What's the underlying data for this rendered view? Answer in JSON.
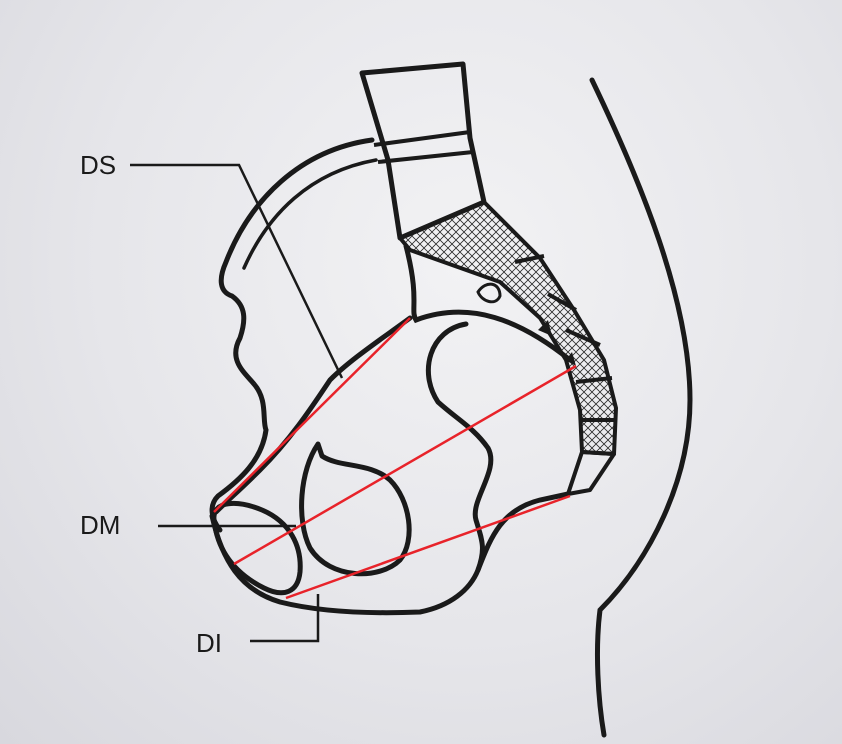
{
  "labels": {
    "ds": "DS",
    "dm": "DM",
    "di": "DI"
  },
  "colors": {
    "ink": "#1a1a1a",
    "measure_line": "#e8232a",
    "paper": "#e8e8ec"
  }
}
